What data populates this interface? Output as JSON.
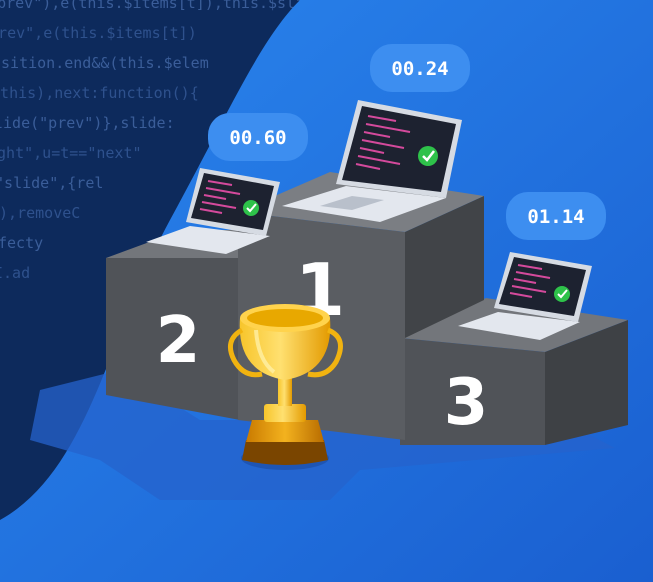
{
  "code_background": [
    "e(\"prev\"),e(this.$items[t]),this.$slide",
    "\"prev\",e(this.$items[t])",
    "nsition.end&&(this.$elem",
    "e,this),next:function(){",
    "lide(\"prev\")},slide:",
    "ight\",u=t==\"next\"",
    "(\"slide\",{rel",
    "\"),removeC",
    "fecty",
    "I.ad"
  ],
  "podium": {
    "first": {
      "place": "1",
      "time": "00.24"
    },
    "second": {
      "place": "2",
      "time": "00.60"
    },
    "third": {
      "place": "3",
      "time": "01.14"
    }
  },
  "colors": {
    "background_blue": "#1f72dc",
    "code_bg": "#0d2a5c",
    "podium_gray": "#55585d",
    "badge_blue": "#3d8ef0",
    "check_green": "#2ec24a",
    "trophy_gold": "#f4b400"
  },
  "icons": [
    "laptop-icon",
    "checkmark-icon",
    "trophy-icon"
  ]
}
